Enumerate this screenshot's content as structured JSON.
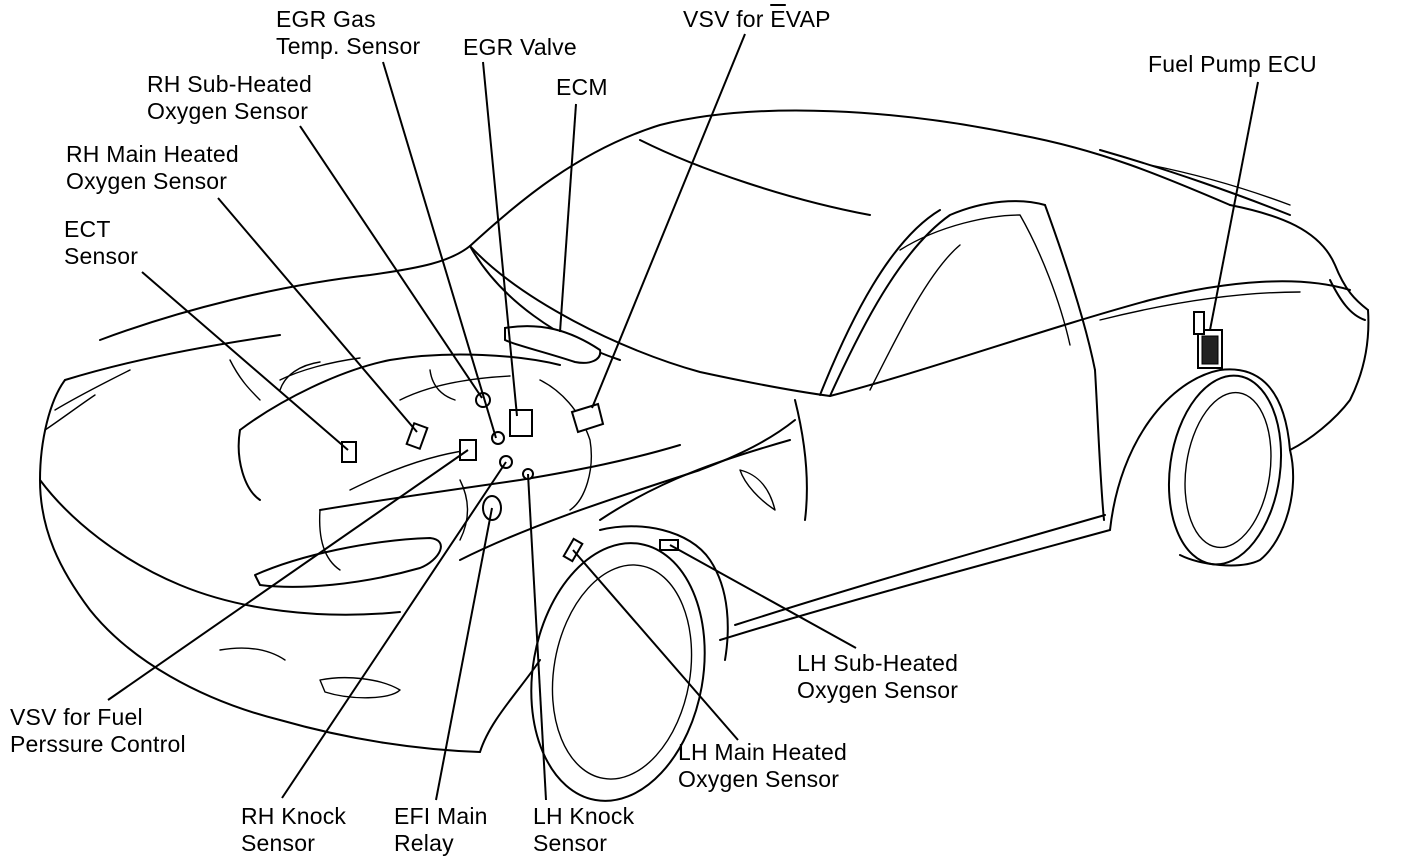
{
  "labels": {
    "egr_gas_temp_sensor": [
      "EGR Gas",
      "Temp. Sensor"
    ],
    "egr_valve": [
      "EGR Valve"
    ],
    "vsv_for_evap": [
      "VSV for ",
      "E",
      "VAP"
    ],
    "ecm": [
      "ECM"
    ],
    "fuel_pump_ecu": [
      "Fuel Pump ECU"
    ],
    "rh_sub_heated_oxygen_sensor": [
      "RH Sub-Heated",
      "Oxygen Sensor"
    ],
    "rh_main_heated_oxygen_sensor": [
      "RH Main Heated",
      "Oxygen Sensor"
    ],
    "ect_sensor": [
      "ECT",
      "Sensor"
    ],
    "vsv_for_fuel_pressure_control": [
      "VSV for Fuel",
      "Perssure Control"
    ],
    "rh_knock_sensor": [
      "RH Knock",
      "Sensor"
    ],
    "efi_main_relay": [
      "EFI Main",
      "Relay"
    ],
    "lh_knock_sensor": [
      "LH Knock",
      "Sensor"
    ],
    "lh_main_heated_oxygen_sensor": [
      "LH Main Heated",
      "Oxygen Sensor"
    ],
    "lh_sub_heated_oxygen_sensor": [
      "LH Sub-Heated",
      "Oxygen Sensor"
    ]
  }
}
